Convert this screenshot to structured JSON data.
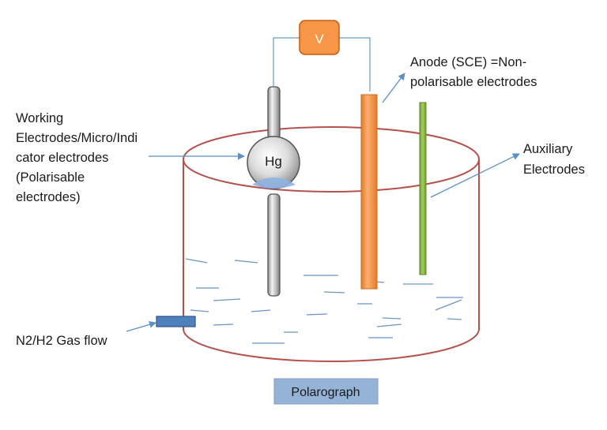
{
  "diagram": {
    "voltmeter": {
      "label": "V"
    },
    "mercury_drop": {
      "label": "Hg"
    },
    "labels": {
      "working_electrode": [
        "Working",
        "Electrodes/Micro/Indi",
        "cator electrodes",
        "(Polarisable",
        "electrodes)"
      ],
      "anode": [
        "Anode (SCE) =Non-",
        "polarisable electrodes"
      ],
      "auxiliary": [
        "Auxiliary",
        "Electrodes"
      ],
      "gas_flow": "N2/H2 Gas flow"
    },
    "caption": "Polarograph",
    "colors": {
      "beaker_outline": "#b5504c",
      "electrolyte_dashes": "#6b95c6",
      "arrow": "#5b8fc8",
      "wire": "#6a9ac0",
      "voltmeter_fill": "#f79646",
      "anode_fill": "#f79646",
      "auxiliary_fill": "#92c04a",
      "gas_inlet_fill": "#4f81bd",
      "caption_fill": "#95b3d7",
      "glass_tube": "#c8c8c8"
    }
  }
}
